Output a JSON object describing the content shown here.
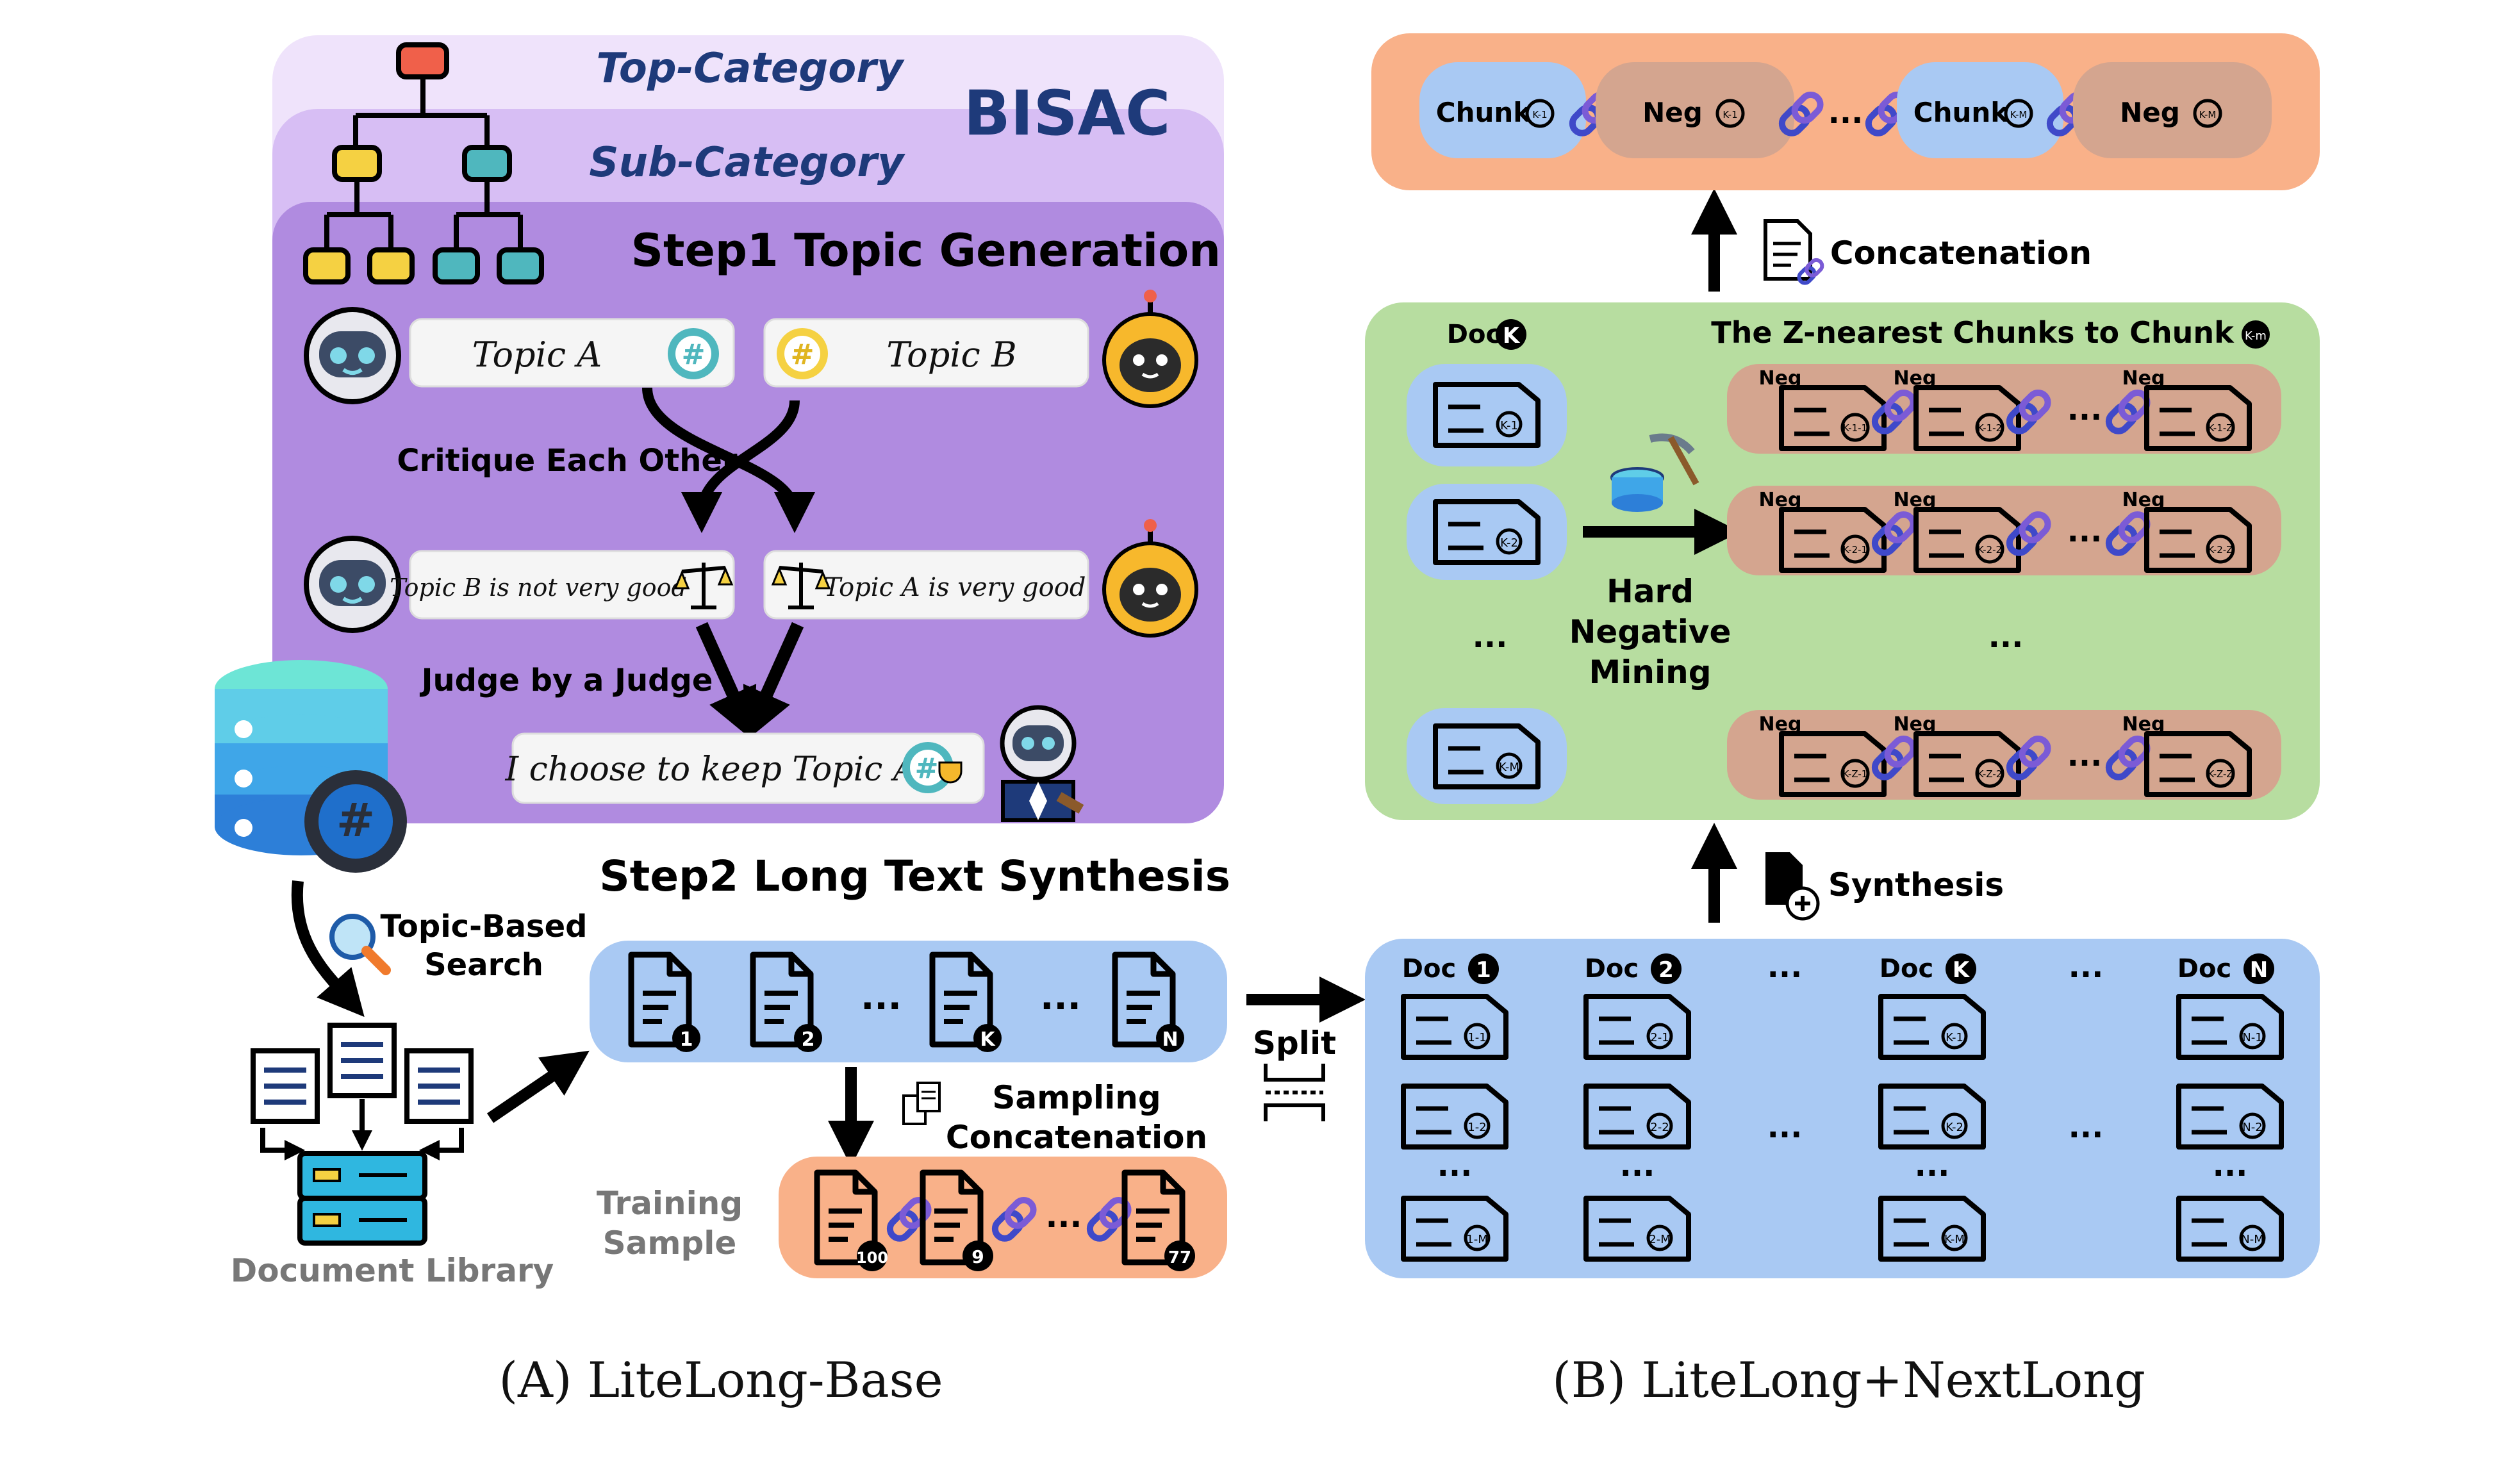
{
  "left": {
    "top_category": "Top-Category",
    "bisac": "BISAC",
    "sub_category": "Sub-Category",
    "step1_title": "Step1 Topic Generation",
    "topic_a": "Topic A",
    "topic_b": "Topic B",
    "critique": "Critique Each Other",
    "critique_b": "Topic B is not very good",
    "critique_a": "Topic A is very good",
    "judge": "Judge by a Judge",
    "judge_choice": "I choose to keep Topic A",
    "step2_title": "Step2 Long Text Synthesis",
    "topic_search": [
      "Topic-Based",
      "Search"
    ],
    "doc_library": "Document Library",
    "doc_badges": [
      "1",
      "2",
      "K",
      "N"
    ],
    "ellipsis": "...",
    "sampling": [
      "Sampling",
      "Concatenation"
    ],
    "training_sample": [
      "Training",
      "Sample"
    ],
    "sample_badges": [
      "100",
      "9",
      "77"
    ],
    "caption": "(A) LiteLong-Base"
  },
  "right": {
    "split": "Split",
    "docs": [
      {
        "label": "Doc",
        "badge": "1",
        "chunks": [
          "1-1",
          "1-2",
          "1-M"
        ]
      },
      {
        "label": "Doc",
        "badge": "2",
        "chunks": [
          "2-1",
          "2-2",
          "2-M"
        ]
      },
      {
        "label": "Doc",
        "badge": "K",
        "chunks": [
          "K-1",
          "K-2",
          "K-M"
        ]
      },
      {
        "label": "Doc",
        "badge": "N",
        "chunks": [
          "N-1",
          "N-2",
          "N-M"
        ]
      }
    ],
    "synthesis": "Synthesis",
    "doc_k": "Doc",
    "doc_k_badge": "K",
    "z_nearest": "The Z-nearest Chunks to Chunk",
    "z_badge": "K-m",
    "hard_negative": [
      "Hard",
      "Negative",
      "Mining"
    ],
    "neg": "Neg",
    "left_chunks": [
      "K-1",
      "K-2",
      "K-M"
    ],
    "neg_rows": [
      [
        "K-1-1",
        "K-1-2",
        "K-1-Z"
      ],
      [
        "K-2-1",
        "K-2-2",
        "K-2-Z"
      ],
      [
        "K-Z-1",
        "K-Z-2",
        "K-Z-Z"
      ]
    ],
    "concatenation": "Concatenation",
    "top_row": [
      {
        "label": "Chunk",
        "badge": "K-1"
      },
      {
        "label": "Neg",
        "badge": "K-1"
      },
      {
        "label": "Chunk",
        "badge": "K-M"
      },
      {
        "label": "Neg",
        "badge": "K-M"
      }
    ],
    "caption": "(B) LiteLong+NextLong"
  },
  "colors": {
    "purple_light": "#EFE3FB",
    "purple_mid": "#D7BEF4",
    "purple_dark": "#B08BE0",
    "blue_box": "#A9C9F3",
    "green_box": "#B7DDA0",
    "orange_box": "#F9B189",
    "neg_box": "#D4A58F",
    "navy_text": "#1E3A7A"
  }
}
